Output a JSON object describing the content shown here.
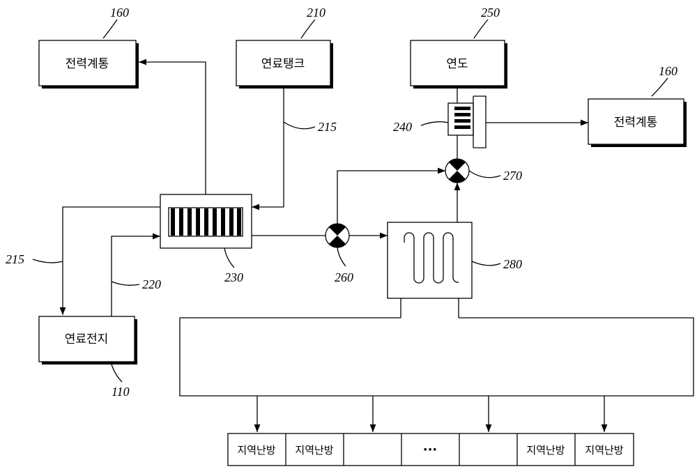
{
  "boxes": {
    "power_grid_left": "전력계통",
    "fuel_tank": "연료탱크",
    "flue": "연도",
    "power_grid_right": "전력계통",
    "fuel_cell": "연료전지"
  },
  "refs": {
    "r160_left": "160",
    "r210": "210",
    "r250": "250",
    "r160_right": "160",
    "r215_top": "215",
    "r240": "240",
    "r270": "270",
    "r215_left": "215",
    "r220": "220",
    "r230": "230",
    "r260": "260",
    "r280": "280",
    "r110": "110"
  },
  "district_row": {
    "cells": [
      "지역난방",
      "지역난방",
      "",
      "···",
      "",
      "지역난방",
      "지역난방"
    ]
  }
}
